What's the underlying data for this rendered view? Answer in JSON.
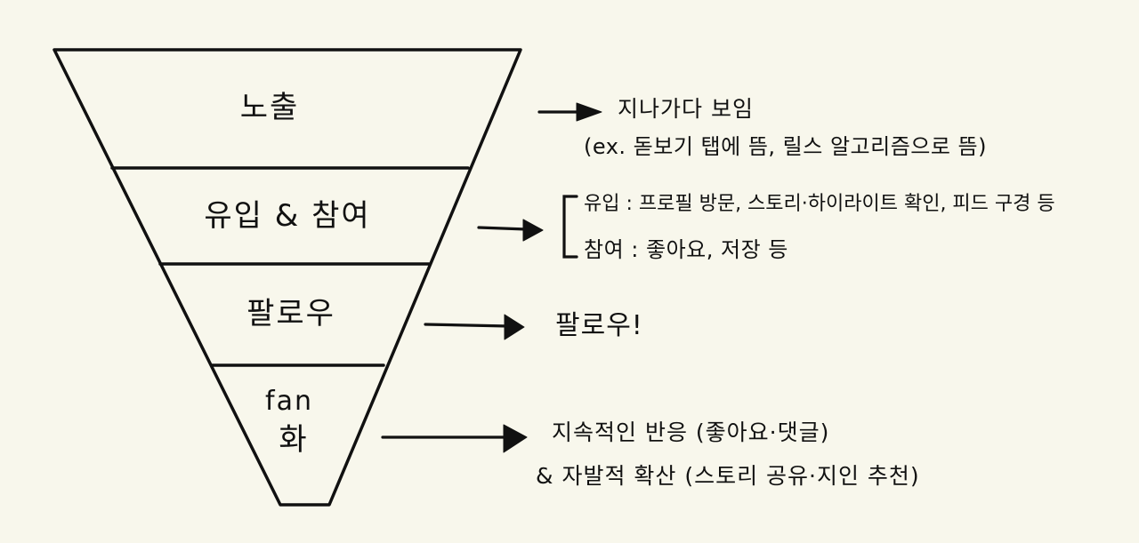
{
  "funnel": {
    "stages": [
      {
        "label": "노출"
      },
      {
        "label": "유입 & 참여"
      },
      {
        "label": "팔로우"
      },
      {
        "label_line1": "fan",
        "label_line2": "화"
      }
    ]
  },
  "notes": {
    "exposure": {
      "line1": "지나가다 보임",
      "line2": "(ex. 돋보기 탭에 뜸, 릴스 알고리즘으로 뜸)"
    },
    "inflow": {
      "line1": "유입 : 프로필 방문, 스토리·하이라이트 확인, 피드 구경 등",
      "line2": "참여 : 좋아요, 저장 등"
    },
    "follow": {
      "line1": "팔로우!"
    },
    "fan": {
      "line1": "지속적인 반응 (좋아요·댓글)",
      "line2": "& 자발적 확산 (스토리 공유·지인 추천)"
    }
  }
}
